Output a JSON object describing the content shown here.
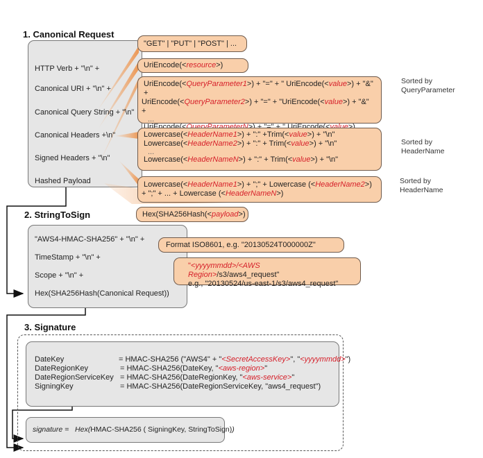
{
  "sections": {
    "canonical_request": {
      "title": "1. Canonical Request",
      "rows": [
        "HTTP Verb + \"\\n\" +",
        "Canonical URI + \"\\n\" +",
        "Canonical Query String + \"\\n\"",
        "Canonical Headers +\\n\"",
        "Signed Headers + \"\\n\"",
        "Hashed Payload"
      ],
      "callouts": {
        "verb": "\"GET\" | \"PUT\" | \"POST\" | ...",
        "uri": {
          "pre": "UriEncode(<",
          "var": "resource",
          "post": ">)"
        },
        "query": {
          "line1": {
            "pre": "UriEncode(<",
            "var": "QueryParameter1",
            "mid": ">) + \"=\" + \" UriEncode(<",
            "var2": "value",
            "post": ">) + \"&\" +"
          },
          "line2": {
            "pre": "UriEncode(<",
            "var": "QueryParameter2",
            "mid": ">) + \"=\" + \"UriEncode(<",
            "var2": "value",
            "post": ">) + \"&\" +"
          },
          "ellipsis": "...",
          "line3": {
            "pre": "UriEncode(<",
            "var": "QueryParameterN",
            "mid": ">) + \"=\" + \" UriEncode(<",
            "var2": "value",
            "post": ">)"
          }
        },
        "headers": {
          "line1": {
            "pre": "Lowercase(<",
            "var": "HeaderName1",
            "mid": ">) + \":\" +Trim(<",
            "var2": "value",
            "post": ">) + \"\\n\""
          },
          "line2": {
            "pre": "Lowercase(<",
            "var": "HeaderName2",
            "mid": ">) + \":\" + Trim(<",
            "var2": "value",
            "post": ">) + \"\\n\""
          },
          "ellipsis": "...",
          "line3": {
            "pre": "Lowercase(<",
            "var": "HeaderNameN",
            "mid": ">) + \":\" + Trim(<",
            "var2": "value",
            "post": ">) + \"\\n\""
          }
        },
        "signed": {
          "line1": {
            "pre": "Lowercase(<",
            "var": "HeaderName1",
            "mid": ">) + \";\" + Lowercase (<",
            "var2": "HeaderName2",
            "post": ">)"
          },
          "line2": {
            "pre": "+ \";\" + ... + Lowercase (<",
            "var": "HeaderNameN",
            "post": ">)"
          }
        },
        "payload": {
          "pre": "Hex(SHA256Hash(<",
          "var": "payload",
          "post": ">)"
        }
      },
      "notes": {
        "query": [
          "Sorted by",
          "QueryParameter"
        ],
        "headers": [
          "Sorted by",
          "HeaderName"
        ],
        "signed": [
          "Sorted by",
          "HeaderName"
        ]
      }
    },
    "string_to_sign": {
      "title": "2. StringToSign",
      "rows": [
        "\"AWS4-HMAC-SHA256\" + \"\\n\" +",
        "TimeStamp + \"\\n\" +",
        "Scope + \"\\n\" +",
        "Hex(SHA256Hash(Canonical Request))"
      ],
      "callouts": {
        "timestamp": "Format ISO8601,  e.g. \"20130524T000000Z\"",
        "scope": {
          "line1": {
            "q": "\"",
            "var": "<yyyymmdd>/<AWS Region>",
            "post": "/s3/aws4_request\""
          },
          "line2": " e.g., \"20130524/us-east-1/s3/aws4_request\""
        }
      }
    },
    "signature": {
      "title": "3. Signature",
      "keys": [
        {
          "name": "DateKey",
          "expr_pre": "= HMAC-SHA256 (\"AWS4\" + \"",
          "var": "<SecretAccessKey>",
          "expr_mid": "\", \"",
          "var2": "<yyyymmdd>",
          "expr_post": "\")"
        },
        {
          "name": "DateRegionKey",
          "expr_pre": "= HMAC-SHA256(DateKey, \"",
          "var": "<aws-region>",
          "expr_mid": "\"",
          "var2": "",
          "expr_post": ""
        },
        {
          "name": "DateRegionServiceKey",
          "expr_pre": "= HMAC-SHA256(DateRegionKey, \"",
          "var": "<aws-service>",
          "expr_mid": "\"",
          "var2": "",
          "expr_post": ""
        },
        {
          "name": "SigningKey",
          "expr_pre": "= HMAC-SHA256(DateRegionServiceKey, \"aws4_request\")",
          "var": "",
          "expr_mid": "",
          "var2": "",
          "expr_post": ""
        }
      ],
      "final": {
        "lhs": "signature =",
        "fn": "Hex(",
        "body": "HMAC-SHA256 ( SigningKey, StringToSign)",
        "close": ")"
      }
    }
  },
  "colors": {
    "callout_fill": "#f9cfaa",
    "box_fill": "#e6e6e6",
    "variable_text": "#d6202a"
  }
}
